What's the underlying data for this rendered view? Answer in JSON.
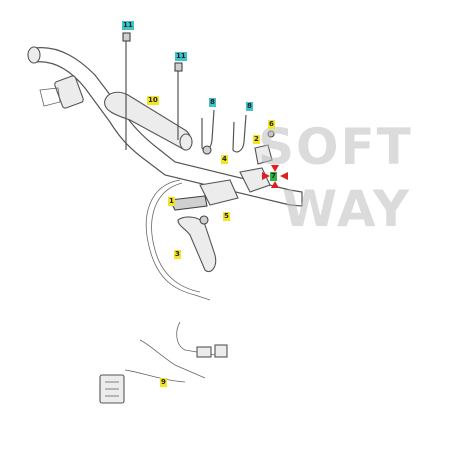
{
  "diagram": {
    "watermark": {
      "line1": "SOFT",
      "line2": "WAY"
    },
    "callouts": [
      {
        "id": "11a",
        "text": "11",
        "color": "cyan"
      },
      {
        "id": "11b",
        "text": "11",
        "color": "cyan"
      },
      {
        "id": "10",
        "text": "10",
        "color": "yellow"
      },
      {
        "id": "8a",
        "text": "8",
        "color": "cyan"
      },
      {
        "id": "8b",
        "text": "8",
        "color": "cyan"
      },
      {
        "id": "6",
        "text": "6",
        "color": "yellow"
      },
      {
        "id": "2",
        "text": "2",
        "color": "yellow"
      },
      {
        "id": "4",
        "text": "4",
        "color": "yellow"
      },
      {
        "id": "7",
        "text": "7",
        "color": "green"
      },
      {
        "id": "1",
        "text": "1",
        "color": "yellow"
      },
      {
        "id": "5",
        "text": "5",
        "color": "yellow"
      },
      {
        "id": "3",
        "text": "3",
        "color": "yellow"
      },
      {
        "id": "9",
        "text": "9",
        "color": "yellow"
      }
    ],
    "highlight_color": "#e02020"
  }
}
